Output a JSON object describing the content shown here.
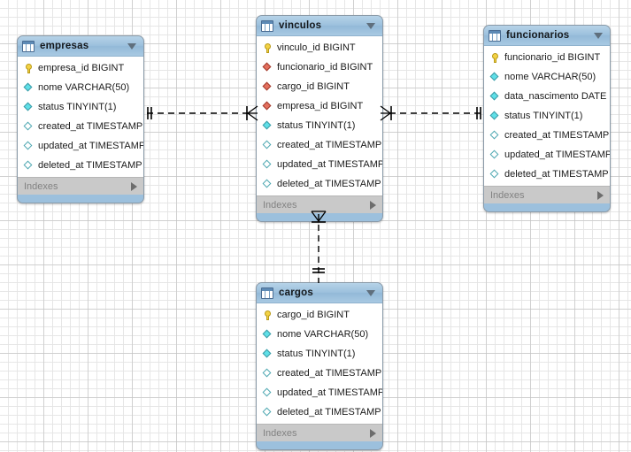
{
  "app": {
    "kind": "eer-diagram",
    "canvas_background": "#ffffff",
    "grid_color": "#e4e4e4",
    "header_color": "#9cc0dd",
    "fk_icon_color": "#e4705e",
    "nn_icon_color": "#5fe0e8",
    "pk_icon_color": "#f3d246"
  },
  "labels": {
    "indexes": "Indexes"
  },
  "tables": [
    {
      "name": "empresas",
      "icon": "table-icon",
      "collapse_icon": "chevron-down-icon",
      "indexes_label": "Indexes",
      "indexes_expand_icon": "chevron-right-icon",
      "columns": [
        {
          "label": "empresa_id BIGINT",
          "icon": "key-icon",
          "kind": "pk"
        },
        {
          "label": "nome VARCHAR(50)",
          "icon": "diamond-filled-icon",
          "kind": "nn"
        },
        {
          "label": "status TINYINT(1)",
          "icon": "diamond-filled-icon",
          "kind": "nn"
        },
        {
          "label": "created_at TIMESTAMP",
          "icon": "diamond-hollow-icon",
          "kind": "null"
        },
        {
          "label": "updated_at TIMESTAMP",
          "icon": "diamond-hollow-icon",
          "kind": "null"
        },
        {
          "label": "deleted_at TIMESTAMP",
          "icon": "diamond-hollow-icon",
          "kind": "null"
        }
      ]
    },
    {
      "name": "vinculos",
      "icon": "table-icon",
      "collapse_icon": "chevron-down-icon",
      "indexes_label": "Indexes",
      "indexes_expand_icon": "chevron-right-icon",
      "columns": [
        {
          "label": "vinculo_id BIGINT",
          "icon": "key-icon",
          "kind": "pk"
        },
        {
          "label": "funcionario_id BIGINT",
          "icon": "diamond-fk-icon",
          "kind": "fk"
        },
        {
          "label": "cargo_id BIGINT",
          "icon": "diamond-fk-icon",
          "kind": "fk"
        },
        {
          "label": "empresa_id BIGINT",
          "icon": "diamond-fk-icon",
          "kind": "fk"
        },
        {
          "label": "status TINYINT(1)",
          "icon": "diamond-filled-icon",
          "kind": "nn"
        },
        {
          "label": "created_at TIMESTAMP",
          "icon": "diamond-hollow-icon",
          "kind": "null"
        },
        {
          "label": "updated_at TIMESTAMP",
          "icon": "diamond-hollow-icon",
          "kind": "null"
        },
        {
          "label": "deleted_at TIMESTAMP",
          "icon": "diamond-hollow-icon",
          "kind": "null"
        }
      ]
    },
    {
      "name": "funcionarios",
      "icon": "table-icon",
      "collapse_icon": "chevron-down-icon",
      "indexes_label": "Indexes",
      "indexes_expand_icon": "chevron-right-icon",
      "columns": [
        {
          "label": "funcionario_id BIGINT",
          "icon": "key-icon",
          "kind": "pk"
        },
        {
          "label": "nome VARCHAR(50)",
          "icon": "diamond-filled-icon",
          "kind": "nn"
        },
        {
          "label": "data_nascimento DATE",
          "icon": "diamond-filled-icon",
          "kind": "nn"
        },
        {
          "label": "status TINYINT(1)",
          "icon": "diamond-filled-icon",
          "kind": "nn"
        },
        {
          "label": "created_at TIMESTAMP",
          "icon": "diamond-hollow-icon",
          "kind": "null"
        },
        {
          "label": "updated_at TIMESTAMP",
          "icon": "diamond-hollow-icon",
          "kind": "null"
        },
        {
          "label": "deleted_at TIMESTAMP",
          "icon": "diamond-hollow-icon",
          "kind": "null"
        }
      ]
    },
    {
      "name": "cargos",
      "icon": "table-icon",
      "collapse_icon": "chevron-down-icon",
      "indexes_label": "Indexes",
      "indexes_expand_icon": "chevron-right-icon",
      "columns": [
        {
          "label": "cargo_id BIGINT",
          "icon": "key-icon",
          "kind": "pk"
        },
        {
          "label": "nome VARCHAR(50)",
          "icon": "diamond-filled-icon",
          "kind": "nn"
        },
        {
          "label": "status TINYINT(1)",
          "icon": "diamond-filled-icon",
          "kind": "nn"
        },
        {
          "label": "created_at TIMESTAMP",
          "icon": "diamond-hollow-icon",
          "kind": "null"
        },
        {
          "label": "updated_at TIMESTAMP",
          "icon": "diamond-hollow-icon",
          "kind": "null"
        },
        {
          "label": "deleted_at TIMESTAMP",
          "icon": "diamond-hollow-icon",
          "kind": "null"
        }
      ]
    }
  ],
  "relationships": [
    {
      "from": "empresas",
      "to": "vinculos",
      "from_cardinality": "one",
      "to_cardinality": "many",
      "style": "dashed-identifying-no"
    },
    {
      "from": "vinculos",
      "to": "funcionarios",
      "from_cardinality": "many",
      "to_cardinality": "one",
      "style": "dashed-identifying-no"
    },
    {
      "from": "vinculos",
      "to": "cargos",
      "from_cardinality": "many",
      "to_cardinality": "one",
      "style": "dashed-identifying-no"
    }
  ]
}
